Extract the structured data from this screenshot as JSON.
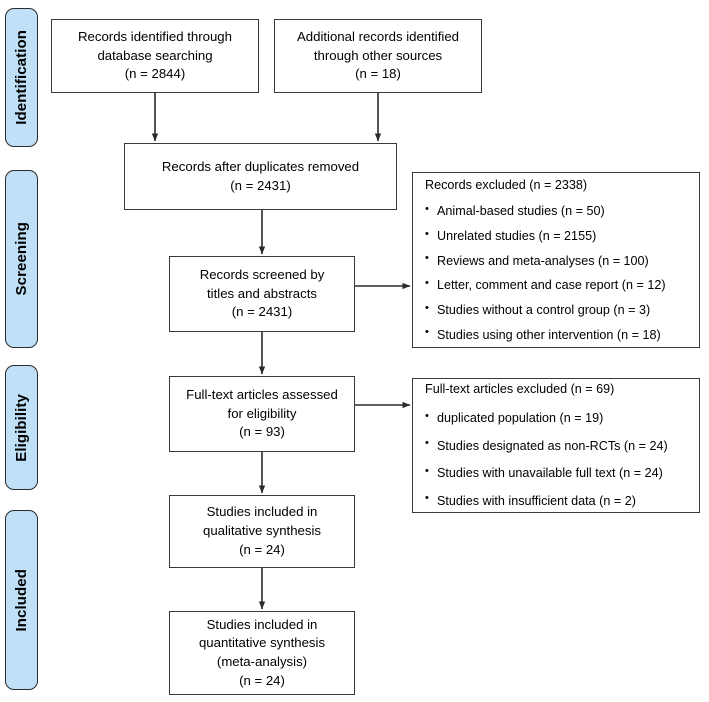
{
  "stages": [
    {
      "label": "Identification"
    },
    {
      "label": "Screening"
    },
    {
      "label": "Eligibility"
    },
    {
      "label": "Included"
    }
  ],
  "boxes": {
    "identified_database": {
      "line1": "Records identified through",
      "line2": "database searching",
      "line3": "(n = 2844)"
    },
    "identified_other": {
      "line1": "Additional records identified",
      "line2": "through other sources",
      "line3": "(n = 18)"
    },
    "duplicates_removed": {
      "line1": "Records after duplicates removed",
      "line2": "(n = 2431)"
    },
    "screened": {
      "line1": "Records screened by",
      "line2": "titles and abstracts",
      "line3": "(n = 2431)"
    },
    "fulltext_assessed": {
      "line1": "Full-text articles assessed",
      "line2": "for eligibility",
      "line3": "(n = 93)"
    },
    "qualitative": {
      "line1": "Studies included in",
      "line2": "qualitative synthesis",
      "line3": "(n = 24)"
    },
    "quantitative": {
      "line1": "Studies included in",
      "line2": "quantitative synthesis",
      "line3": "(meta-analysis)",
      "line4": "(n = 24)"
    }
  },
  "records_excluded": {
    "heading": "Records excluded (n = 2338)",
    "items": [
      "Animal-based studies (n = 50)",
      "Unrelated studies (n = 2155)",
      "Reviews and meta-analyses (n = 100)",
      "Letter, comment and case report (n = 12)",
      "Studies without a control group (n = 3)",
      "Studies using other intervention (n = 18)"
    ]
  },
  "fulltext_excluded": {
    "heading": "Full-text articles excluded (n = 69)",
    "items": [
      "duplicated population (n = 19)",
      "Studies designated as non-RCTs (n = 24)",
      "Studies with unavailable full text (n = 24)",
      "Studies with insufficient data (n = 2)"
    ]
  },
  "colors": {
    "stage_fill": "#bfe0f6",
    "stage_border": "#2b2b2b",
    "box_border": "#3a3a3a",
    "connector": "#2b2b2b",
    "background": "#ffffff",
    "text": "#000000"
  }
}
